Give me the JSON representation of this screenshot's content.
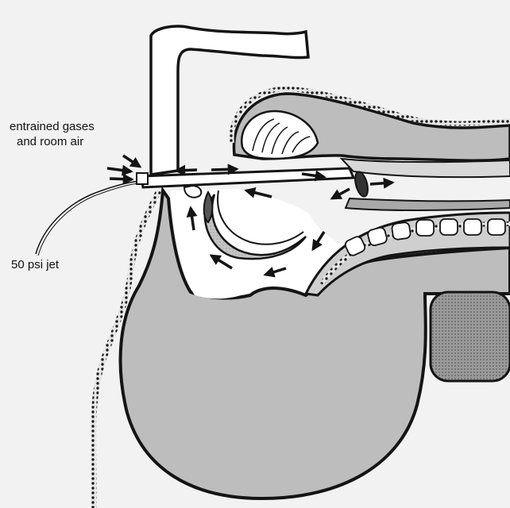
{
  "labels": {
    "entrained_line1": "entrained gases",
    "entrained_line2": "and room air",
    "jet": "50 psi jet"
  },
  "colors": {
    "background": "#f2f2f2",
    "tissue_fill": "#bdbdbd",
    "outline": "#141414",
    "white_space": "#ffffff"
  },
  "icons": {
    "flow_arrow": "arrow-icon",
    "vertebra": "vertebra-icon"
  }
}
